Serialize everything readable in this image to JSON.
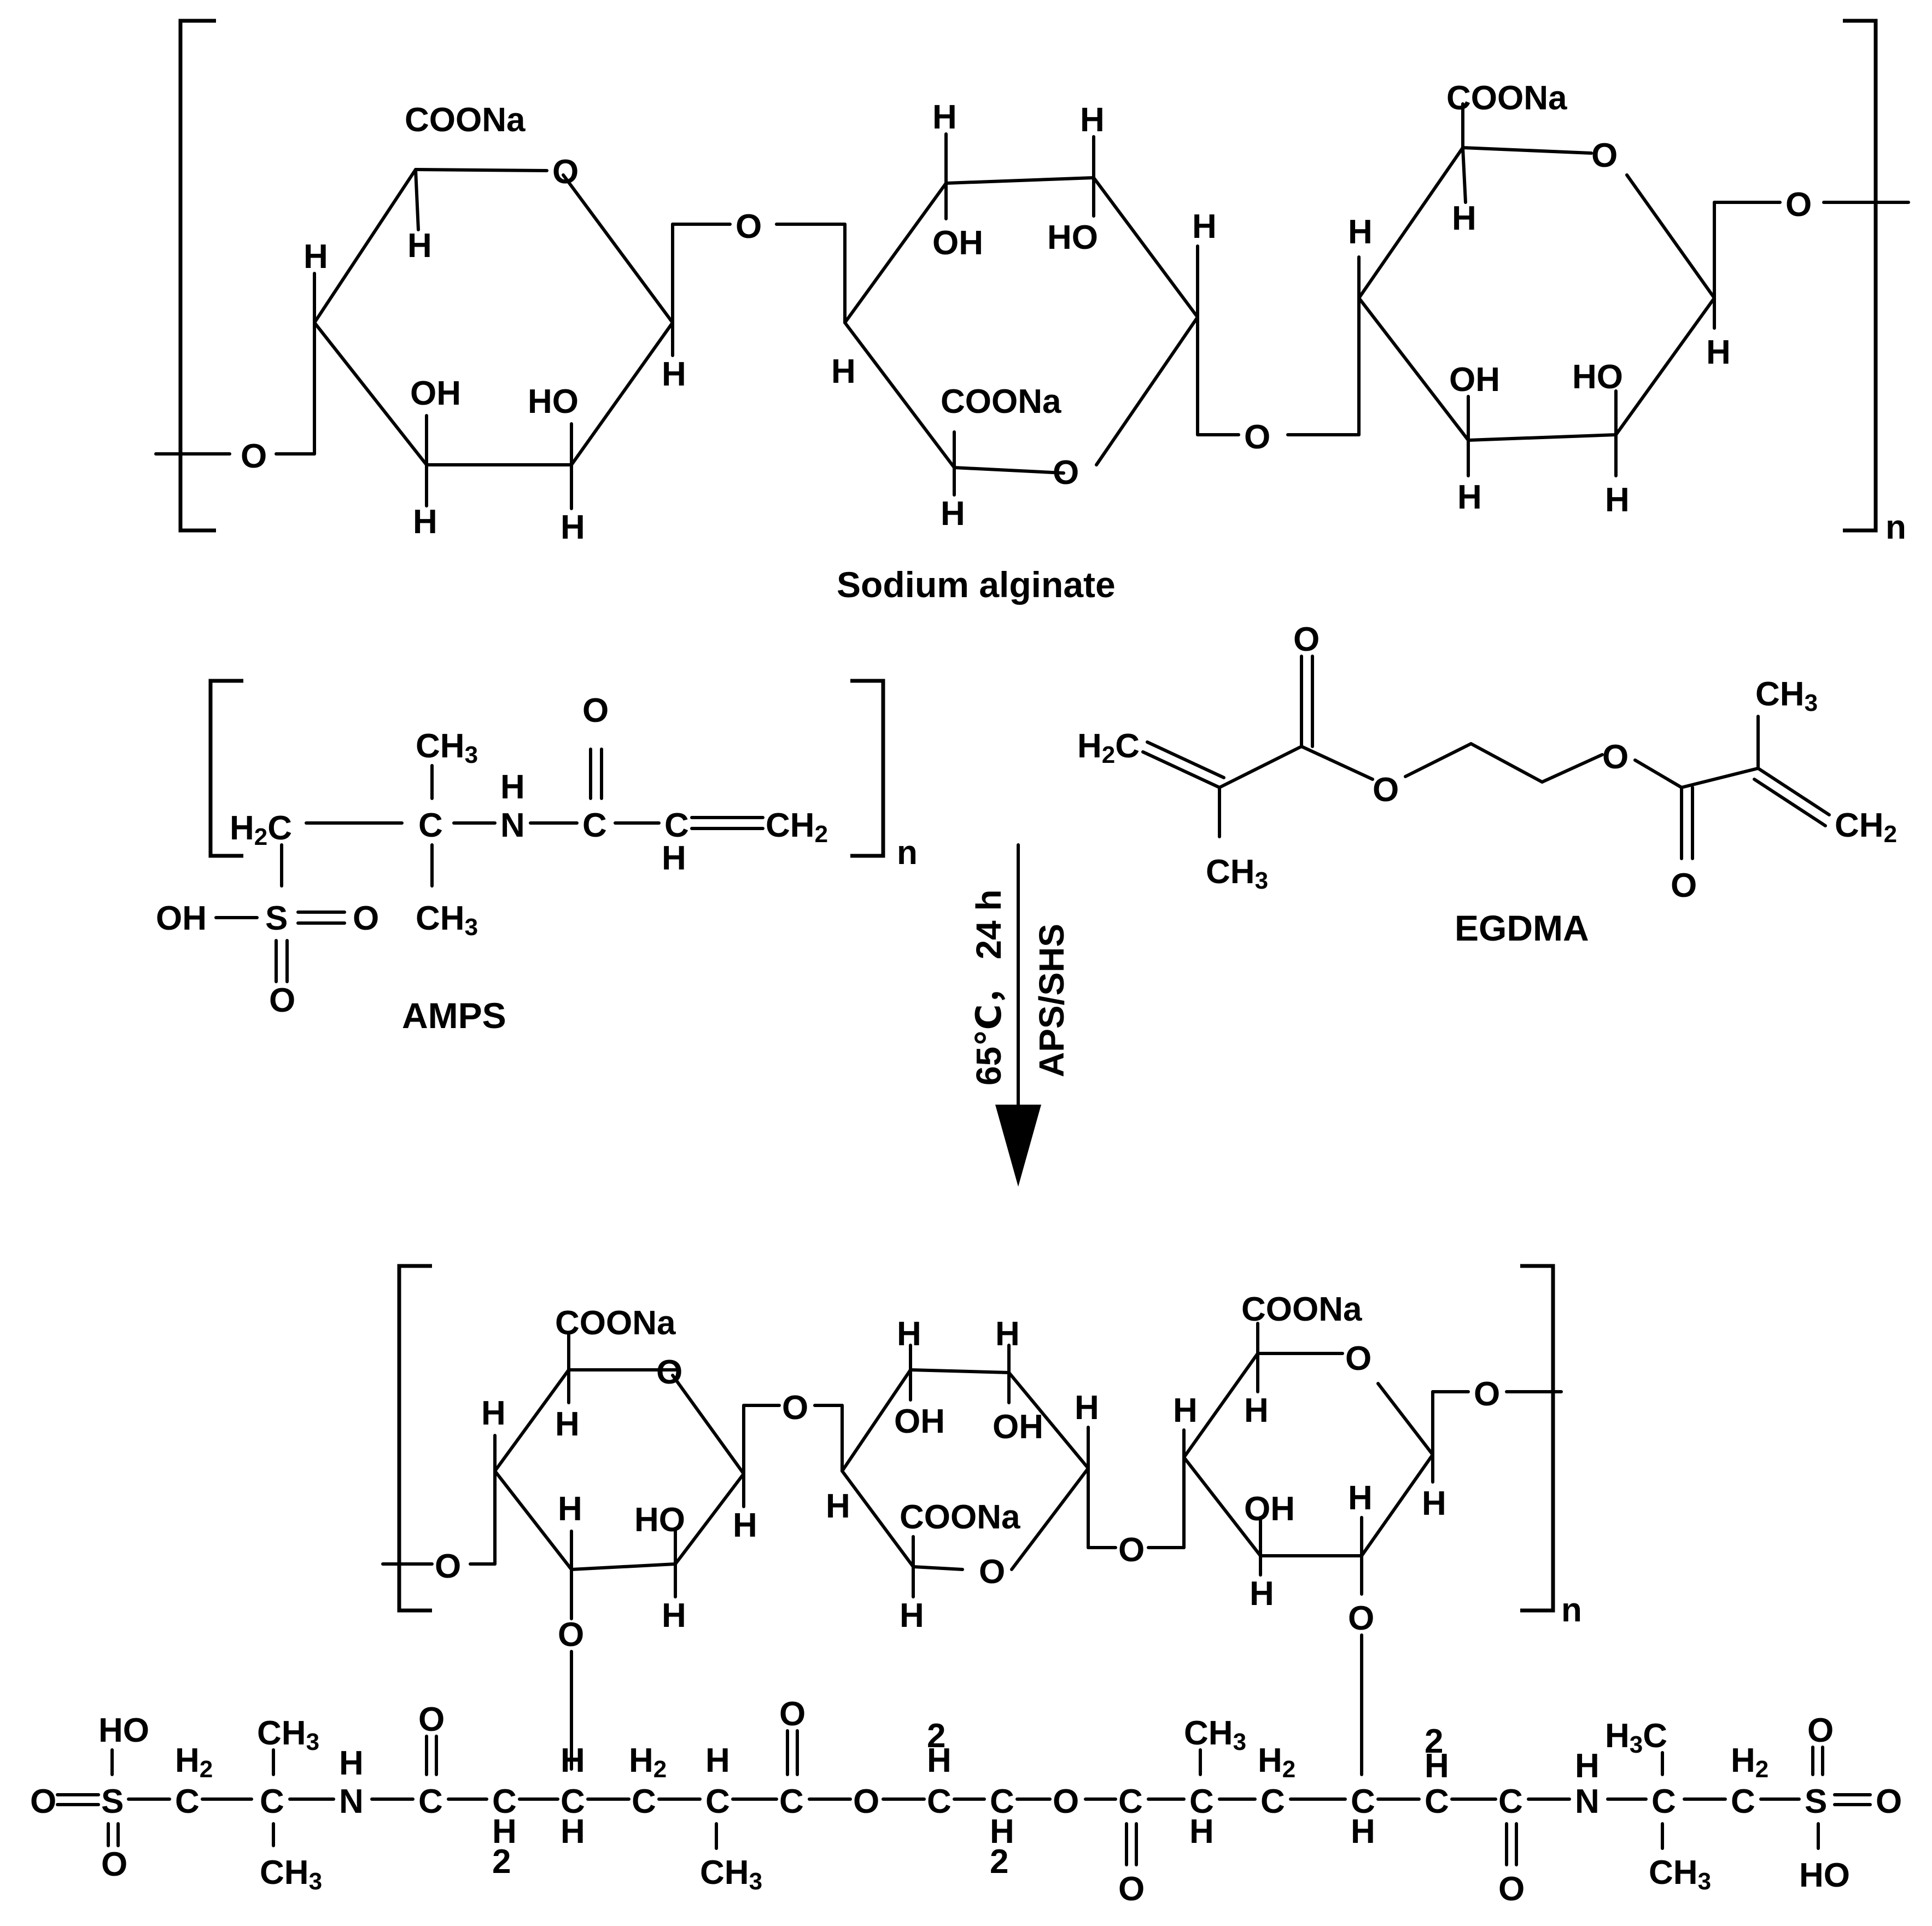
{
  "captions": {
    "sodium_alginate": "Sodium alginate",
    "amps": "AMPS",
    "egdma": "EGDMA"
  },
  "conditions": {
    "line1": "65℃，  24 h",
    "line2": "APS/SHS"
  },
  "repeat_subscript": "n",
  "atoms": {
    "COONa": "COONa",
    "O": "O",
    "H": "H",
    "OH": "OH",
    "HO": "HO",
    "C": "C",
    "N": "N",
    "S": "S",
    "H2C": "H2C",
    "CH3": "CH3",
    "CH2": "CH2",
    "CH2_plain": "CH2",
    "H2": "H2",
    "H3C": "H3C",
    "two": "2"
  },
  "colors": {
    "ink": "#000000",
    "background": "#ffffff"
  }
}
